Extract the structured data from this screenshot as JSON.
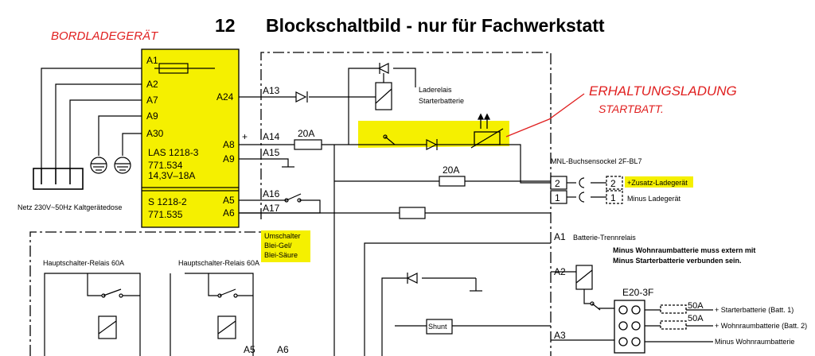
{
  "title": {
    "number": "12",
    "text": "Blockschaltbild - nur für Fachwerkstatt"
  },
  "handwriting": {
    "charger": "BORDLADEGERÄT",
    "maintenance_line1": "ERHALTUNGSLADUNG",
    "maintenance_line2": "STARTBATT."
  },
  "las_module": {
    "pins_left": [
      "A1",
      "A2",
      "A7",
      "A9",
      "A30"
    ],
    "pin_a24": "A24",
    "pin_a8": "A8",
    "pin_a9": "A9",
    "name": "LAS 1218-3",
    "part": "771.534",
    "spec": "14,3V–18A"
  },
  "s_module": {
    "name": "S 1218-2",
    "part": "771.535",
    "pin_a5": "A5",
    "pin_a6": "A6"
  },
  "connectors": {
    "a13": "A13",
    "a14": "A14",
    "a15": "A15",
    "a16": "A16",
    "a17": "A17",
    "plus": "+"
  },
  "fuses": {
    "f1": "20A",
    "f2": "20A"
  },
  "relays": {
    "charging_relay": "Laderelais",
    "starter_battery": "Starterbatterie"
  },
  "switch_label": {
    "line1": "Umschalter",
    "line2": "Blei-Gel/",
    "line3": "Blei-Säure"
  },
  "mains": "Netz 230V~50Hz Kaltgerätedose",
  "socket": {
    "title": "MNL-Buchsensockel 2F-BL7",
    "pin2": "2",
    "pin1": "1",
    "plus_label": "+Zusatz-Ladegerät",
    "minus_label": "Minus Ladegerät"
  },
  "battery_relay": {
    "a1": "A1",
    "label": "Batterie-Trennrelais",
    "a2": "A2",
    "a3": "A3"
  },
  "note": {
    "line1": "Minus Wohnraumbatterie muss extern mit",
    "line2": "Minus Starterbatterie verbunden sein."
  },
  "main_switch_1": "Hauptschalter-Relais 60A",
  "main_switch_2": "Hauptschalter-Relais 60A",
  "lower_pins": {
    "a5": "A5",
    "a6": "A6"
  },
  "shunt": "Shunt",
  "fuse_block": {
    "name": "E20-3F",
    "fuse1": "50A",
    "fuse2": "50A",
    "out1": "+ Starterbatterie (Batt. 1)",
    "out2": "+ Wohnraumbatterie (Batt. 2)",
    "out3": "Minus Wohnraumbatterie"
  },
  "colors": {
    "highlight": "#f5f000",
    "annotation": "#e02020"
  }
}
